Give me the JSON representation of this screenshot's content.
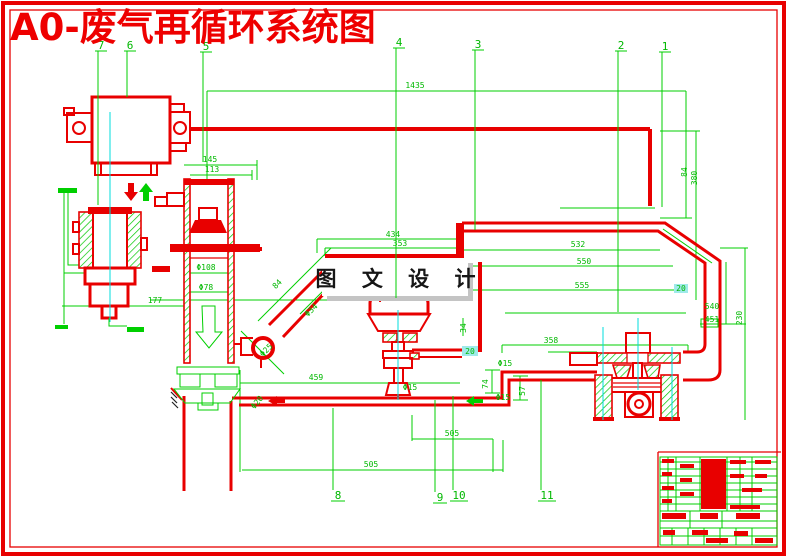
{
  "title": "A0-废气再循环系统图",
  "watermark": "图 文 设 计",
  "colors": {
    "pipe_red": "#e80000",
    "dim_green": "#00cf00",
    "centerline_cyan": "#00dddd",
    "watermark_text": "#161616",
    "shadow_gray": "#c4c4c4",
    "background": "#ffffff"
  },
  "callouts": {
    "top": [
      {
        "label": "7"
      },
      {
        "label": "6"
      },
      {
        "label": "5"
      },
      {
        "label": "4"
      },
      {
        "label": "3"
      },
      {
        "label": "2"
      },
      {
        "label": "1"
      }
    ],
    "bottom": [
      {
        "label": "8"
      },
      {
        "label": "9"
      },
      {
        "label": "10"
      },
      {
        "label": "11"
      }
    ]
  },
  "dims": [
    {
      "text": "1435"
    },
    {
      "text": "145"
    },
    {
      "text": "113"
    },
    {
      "text": "Φ108"
    },
    {
      "text": "Φ78"
    },
    {
      "text": "177"
    },
    {
      "text": "434"
    },
    {
      "text": "353"
    },
    {
      "text": "84"
    },
    {
      "text": "Φ34"
    },
    {
      "text": "Φ25"
    },
    {
      "text": "532"
    },
    {
      "text": "550"
    },
    {
      "text": "555"
    },
    {
      "text": "84"
    },
    {
      "text": "380"
    },
    {
      "text": "540"
    },
    {
      "text": "451"
    },
    {
      "text": "230"
    },
    {
      "text": "358"
    },
    {
      "text": "20"
    },
    {
      "text": "Φ15"
    },
    {
      "text": "74"
    },
    {
      "text": "57"
    },
    {
      "text": "Φ15"
    },
    {
      "text": "Φ15"
    },
    {
      "text": "34"
    },
    {
      "text": "459"
    },
    {
      "text": "Φ20"
    },
    {
      "text": "505"
    },
    {
      "text": "505"
    },
    {
      "text": "20"
    }
  ]
}
